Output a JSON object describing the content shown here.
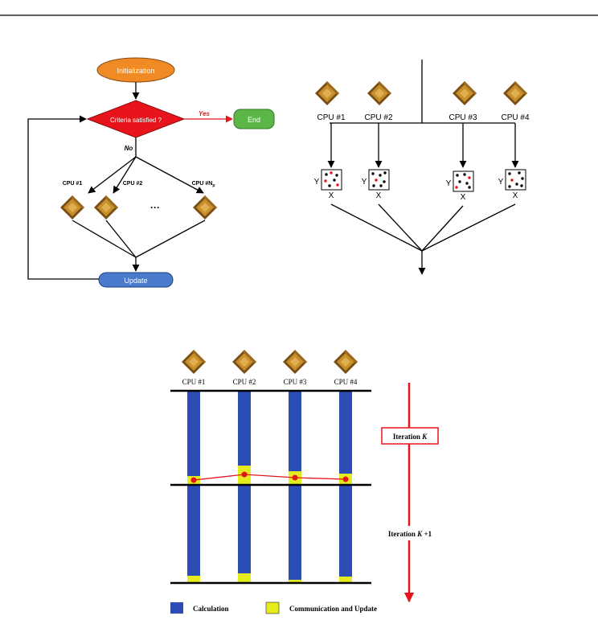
{
  "flowchart": {
    "init_label": "Initialization",
    "criteria_label": "Criteria satisfied ?",
    "yes_label": "Yes",
    "end_label": "End",
    "no_label": "No",
    "cpu_labels": [
      "CPU #1",
      "CPU #2",
      "CPU #N"
    ],
    "cpu_n_subscript": "p",
    "ellipsis": "···",
    "update_label": "Update",
    "colors": {
      "init": "#F08A24",
      "criteria": "#E8141B",
      "end": "#5BB648",
      "update": "#4A7ACB",
      "yes_arrow": "#E8141B"
    }
  },
  "distribution": {
    "cpu_labels": [
      "CPU #1",
      "CPU #2",
      "CPU #3",
      "CPU #4"
    ],
    "y_label": "Y",
    "x_label": "X"
  },
  "timeline": {
    "cpu_labels": [
      "CPU #1",
      "CPU #2",
      "CPU #3",
      "CPU #4"
    ],
    "iteration_k_label": "Iteration ",
    "iteration_k_var": "K",
    "iteration_k1_label": "Iteration ",
    "iteration_k1_var": "K",
    "iteration_k1_suffix": " +1",
    "legend": [
      {
        "label": "Calculation",
        "color": "#2B4DB5"
      },
      {
        "label": "Communication and Update",
        "color": "#E5EC1E"
      }
    ],
    "colors": {
      "arrow": "#E8141B",
      "dot": "#E8141B"
    }
  }
}
